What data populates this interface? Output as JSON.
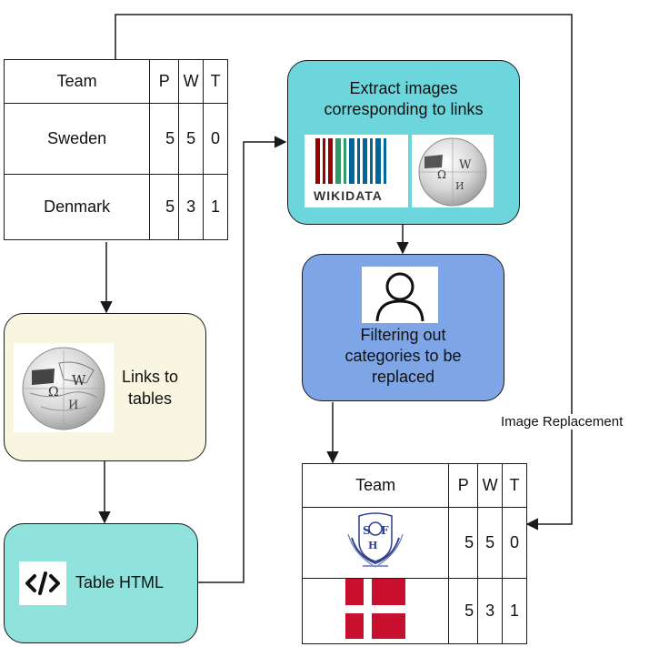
{
  "colors": {
    "extract_fill": "#6dd6dd",
    "filter_fill": "#7ea6e6",
    "links_fill": "#f8f5e1",
    "html_fill": "#8fe3dc",
    "stroke": "#1a1a1a"
  },
  "source_table": {
    "headers": [
      "Team",
      "P",
      "W",
      "T"
    ],
    "rows": [
      {
        "team": "Sweden",
        "p": "5",
        "w": "5",
        "t": "0"
      },
      {
        "team": "Denmark",
        "p": "5",
        "w": "3",
        "t": "1"
      }
    ]
  },
  "nodes": {
    "links": {
      "line1": "Links to",
      "line2": "tables",
      "icon": "wikipedia-globe-icon"
    },
    "html": {
      "label": "Table HTML",
      "icon": "code-icon"
    },
    "extract": {
      "line1": "Extract images",
      "line2": "corresponding to links",
      "logo_text": "WIKIDATA",
      "icons": [
        "wikidata-logo-icon",
        "wikipedia-globe-icon"
      ]
    },
    "filter": {
      "line1": "Filtering out",
      "line2": "categories to be",
      "line3": "replaced",
      "icon": "person-icon"
    }
  },
  "edge_label": "Image Replacement",
  "result_table": {
    "headers": [
      "Team",
      "P",
      "W",
      "T"
    ],
    "rows": [
      {
        "team_icon": "club-crest-icon",
        "p": "5",
        "w": "5",
        "t": "0"
      },
      {
        "team_icon": "denmark-flag-icon",
        "p": "5",
        "w": "3",
        "t": "1"
      }
    ]
  }
}
